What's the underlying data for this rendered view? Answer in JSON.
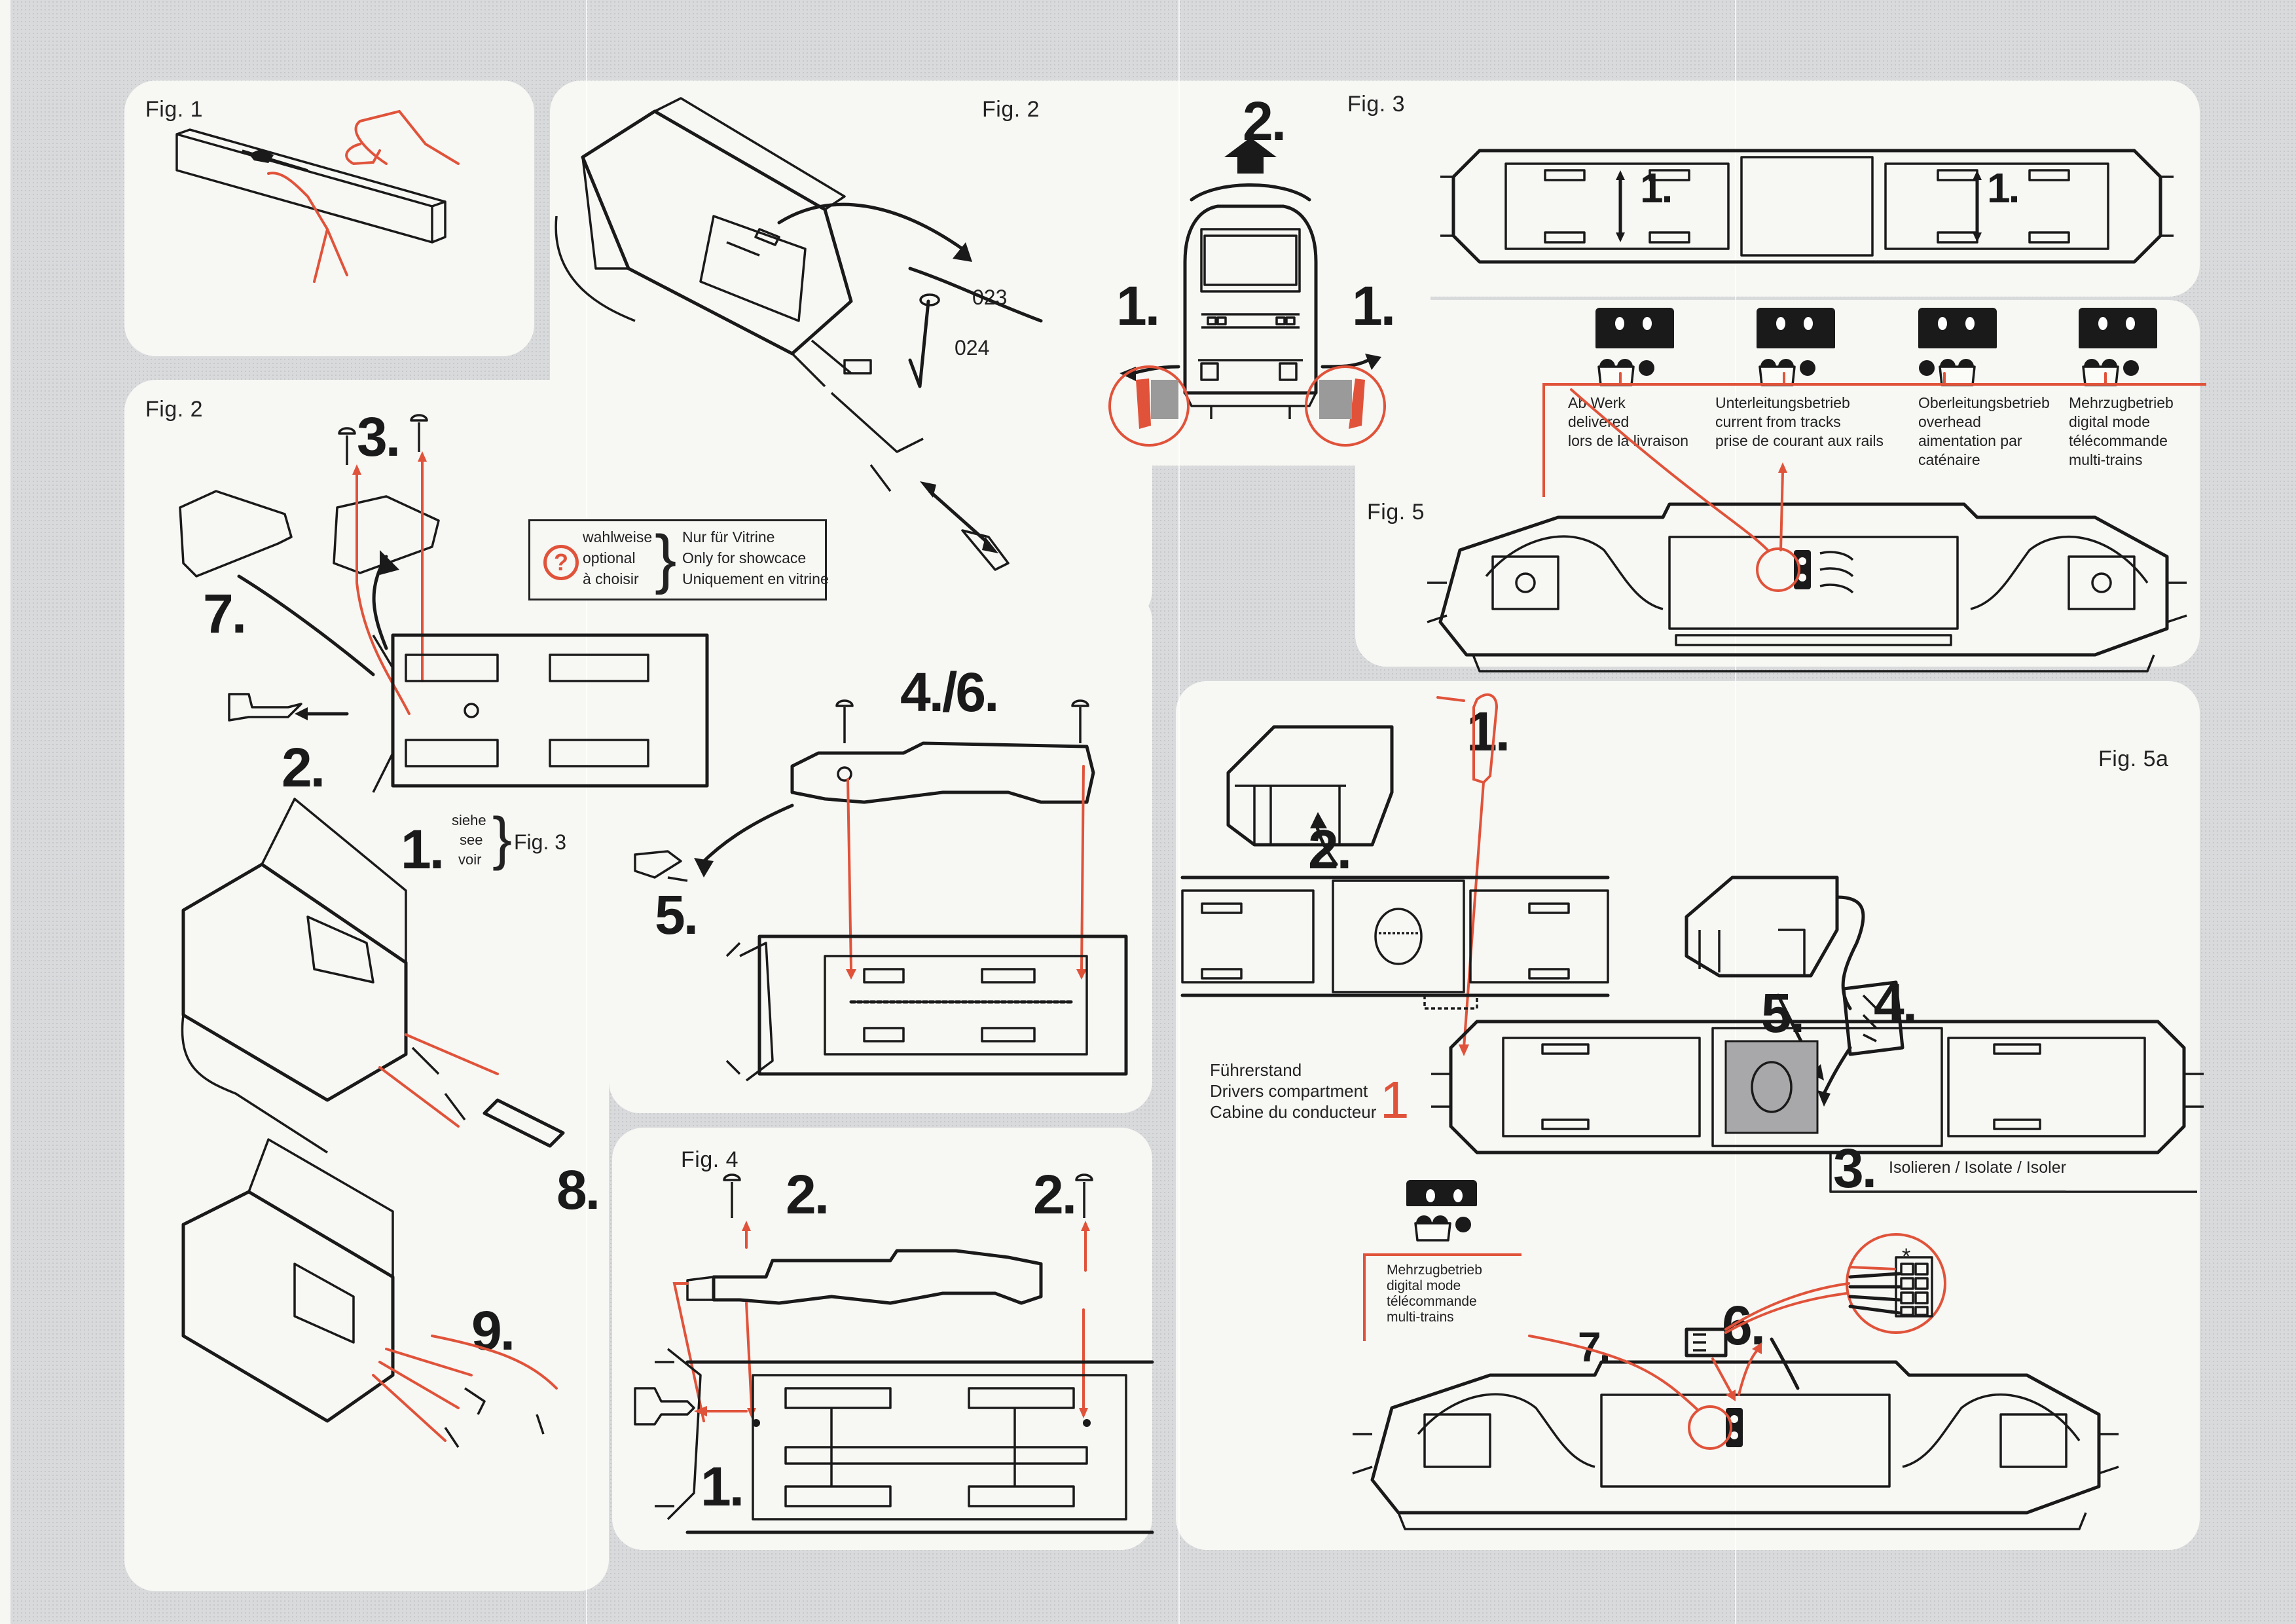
{
  "figures": {
    "fig1": {
      "label": "Fig. 1"
    },
    "fig2_left": {
      "label": "Fig. 2",
      "steps": {
        "s1": "1.",
        "s2": "2.",
        "s3": "3.",
        "s7": "7.",
        "s8": "8.",
        "s9": "9."
      },
      "see_note": {
        "lines": [
          "siehe",
          "see",
          "voir"
        ],
        "target": "Fig. 3"
      }
    },
    "fig2_right": {
      "label": "Fig. 2",
      "part_numbers": [
        "023",
        "024"
      ],
      "steps": {
        "s4_6": "4./6.",
        "s5": "5."
      },
      "optional_legend": {
        "icon": "question-circle-icon",
        "left_lines": [
          "wahlweise",
          "optional",
          "à choisir"
        ],
        "right_lines": [
          "Nur für Vitrine",
          "Only for showcace",
          "Uniquement en vitrine"
        ]
      }
    },
    "fig3": {
      "label": "Fig. 3",
      "steps": {
        "s1a": "1.",
        "s1b": "1.",
        "s2": "2.",
        "bogie1": "1.",
        "bogie2": "1."
      }
    },
    "fig4": {
      "label": "Fig. 4",
      "steps": {
        "s1": "1.",
        "s2a": "2.",
        "s2b": "2."
      }
    },
    "fig5": {
      "label": "Fig. 5",
      "modes": [
        {
          "de": "Ab Werk",
          "en": "delivered",
          "fr": "lors de la livraison",
          "extra": ""
        },
        {
          "de": "Unterleitungsbetrieb",
          "en": "current from tracks",
          "fr": "prise de courant aux rails",
          "extra": ""
        },
        {
          "de": "Oberleitungsbetrieb",
          "en": "overhead",
          "fr": "aimentation par",
          "extra": "caténaire"
        },
        {
          "de": "Mehrzugbetrieb",
          "en": "digital mode",
          "fr": "télécommande",
          "extra": "multi-trains"
        }
      ]
    },
    "fig5a": {
      "label": "Fig. 5a",
      "steps": {
        "s1": "1.",
        "s2": "2.",
        "s3": "3.",
        "s4": "4.",
        "s5": "5.",
        "s6": "6.",
        "s7": "7."
      },
      "isolate": "Isolieren / Isolate / Isoler",
      "cab_legend": {
        "lines": [
          "Führerstand",
          "Drivers compartment",
          "Cabine du conducteur"
        ],
        "number": "1"
      },
      "digital_mode": {
        "lines": [
          "Mehrzugbetrieb",
          "digital mode",
          "télécommande",
          "multi-trains"
        ]
      },
      "asterisk": "*"
    }
  },
  "colors": {
    "accent_red": "#e0533a",
    "ink": "#1a1a1a",
    "panel": "#f7f7f4",
    "background": "#d9dadc"
  }
}
